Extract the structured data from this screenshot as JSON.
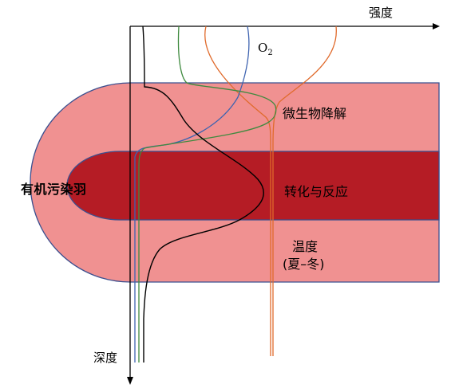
{
  "axes": {
    "x_label": "强度",
    "y_label": "深度"
  },
  "zones": {
    "plume": "有机污染羽",
    "biodegradation": "微生物降解",
    "transformation": "转化与反应",
    "temperature": "温度",
    "season": "(夏–冬)"
  },
  "curves": {
    "o2_label": "O",
    "o2_subscript": "2"
  },
  "colors": {
    "outer_zone": "#f09191",
    "inner_zone": "#b51c25",
    "zone_border": "#3b4f8f",
    "o2_curve": "#3e63b0",
    "green_curve": "#3f8a3f",
    "black_curve": "#000000",
    "temperature_curve": "#e06a2b"
  }
}
